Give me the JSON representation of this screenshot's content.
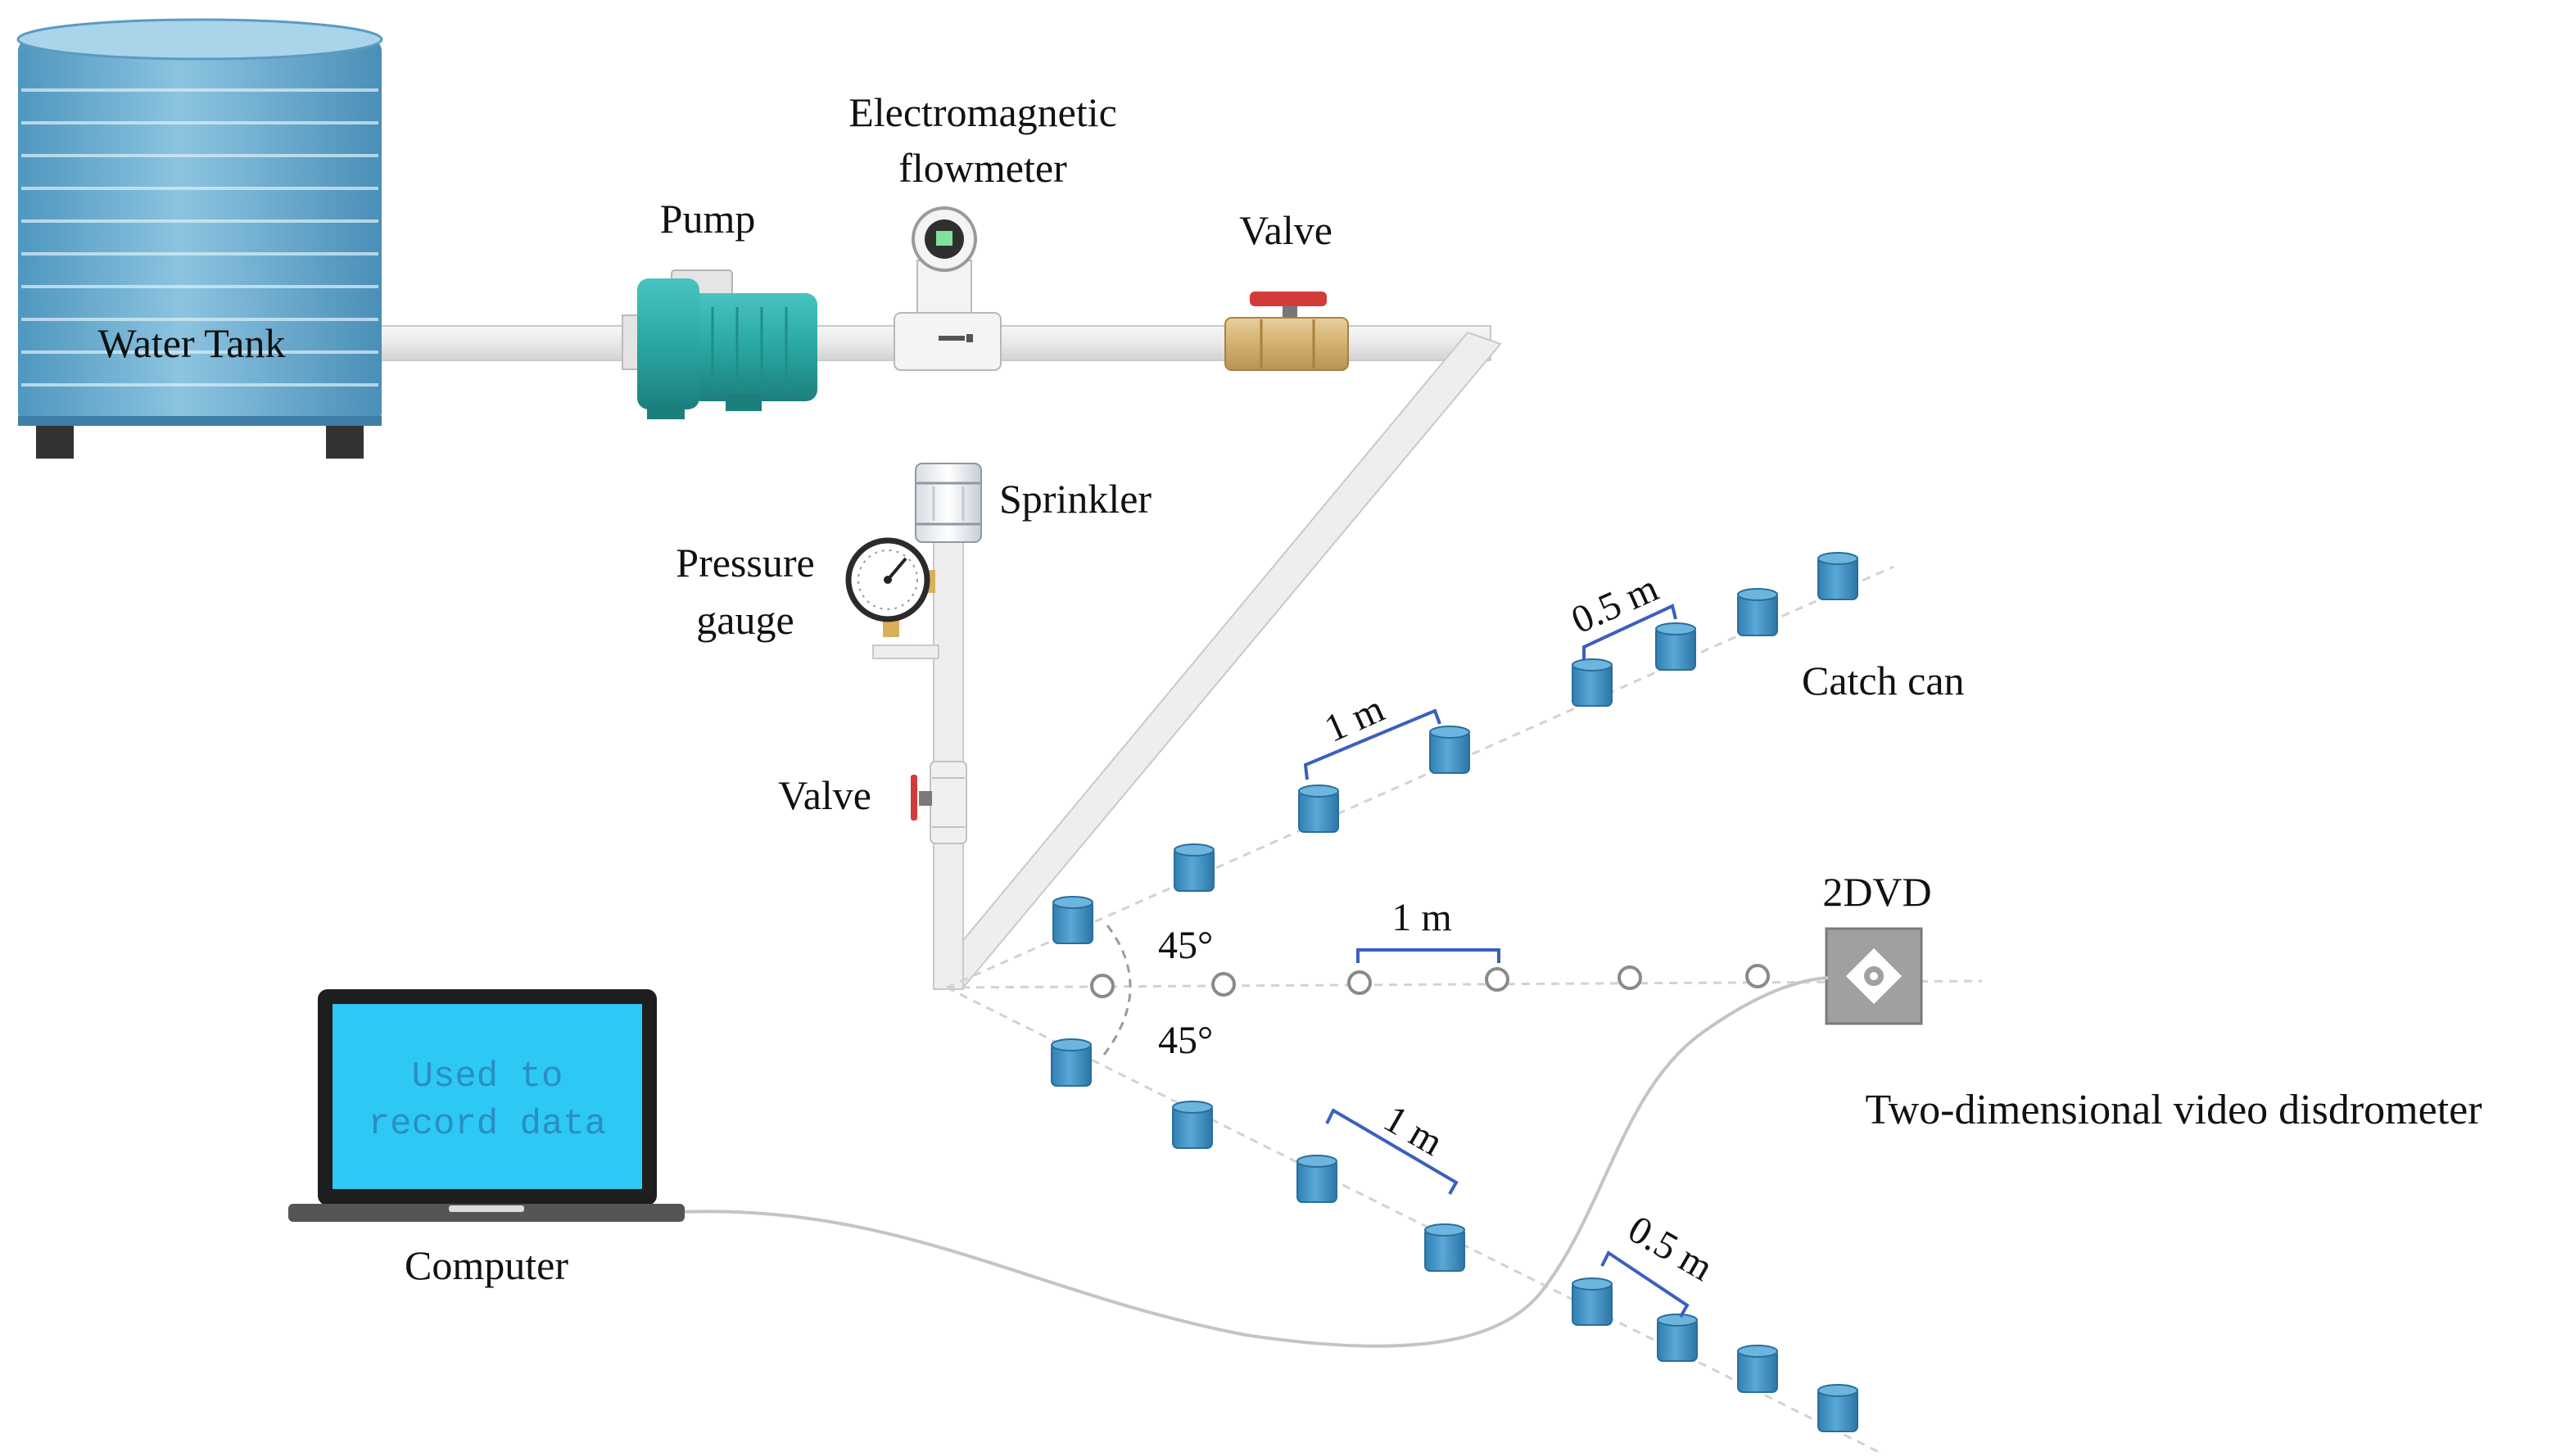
{
  "labels": {
    "electromagnetic_line1": "Electromagnetic",
    "electromagnetic_line2": "flowmeter",
    "pump": "Pump",
    "valve_top": "Valve",
    "water_tank": "Water Tank",
    "sprinkler": "Sprinkler",
    "pressure_line1": "Pressure",
    "pressure_line2": "gauge",
    "valve_side": "Valve",
    "catch_can": "Catch can",
    "two_dvd": "2DVD",
    "disdrometer": "Two-dimensional video disdrometer",
    "computer": "Computer",
    "screen_line1": "Used to",
    "screen_line2": "record data",
    "dist_05_upper": "0.5 m",
    "dist_1_upper": "1 m",
    "dist_1_middle": "1 m",
    "dist_1_lower": "1 m",
    "dist_05_lower": "0.5 m",
    "angle_upper": "45°",
    "angle_lower": "45°"
  },
  "colors": {
    "tank": "#6aaed0",
    "pump": "#2fa9a6",
    "catch_can": "#3a8dc0",
    "screen": "#2ec8f5",
    "bracket": "#3a5fc0",
    "pipe": "#ebebeb",
    "valve_handle": "#d33b3b"
  }
}
